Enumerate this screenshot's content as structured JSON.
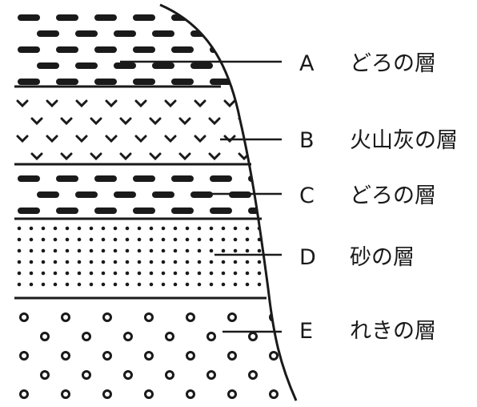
{
  "diagram": {
    "layers": [
      {
        "letter": "A",
        "name": "どろの層",
        "pattern": "dash"
      },
      {
        "letter": "B",
        "name": "火山灰の層",
        "pattern": "chevron"
      },
      {
        "letter": "C",
        "name": "どろの層",
        "pattern": "dash"
      },
      {
        "letter": "D",
        "name": "砂の層",
        "pattern": "dot"
      },
      {
        "letter": "E",
        "name": "れきの層",
        "pattern": "ring"
      }
    ],
    "colors": {
      "ink": "#1a1a1a",
      "background": "#ffffff"
    }
  }
}
